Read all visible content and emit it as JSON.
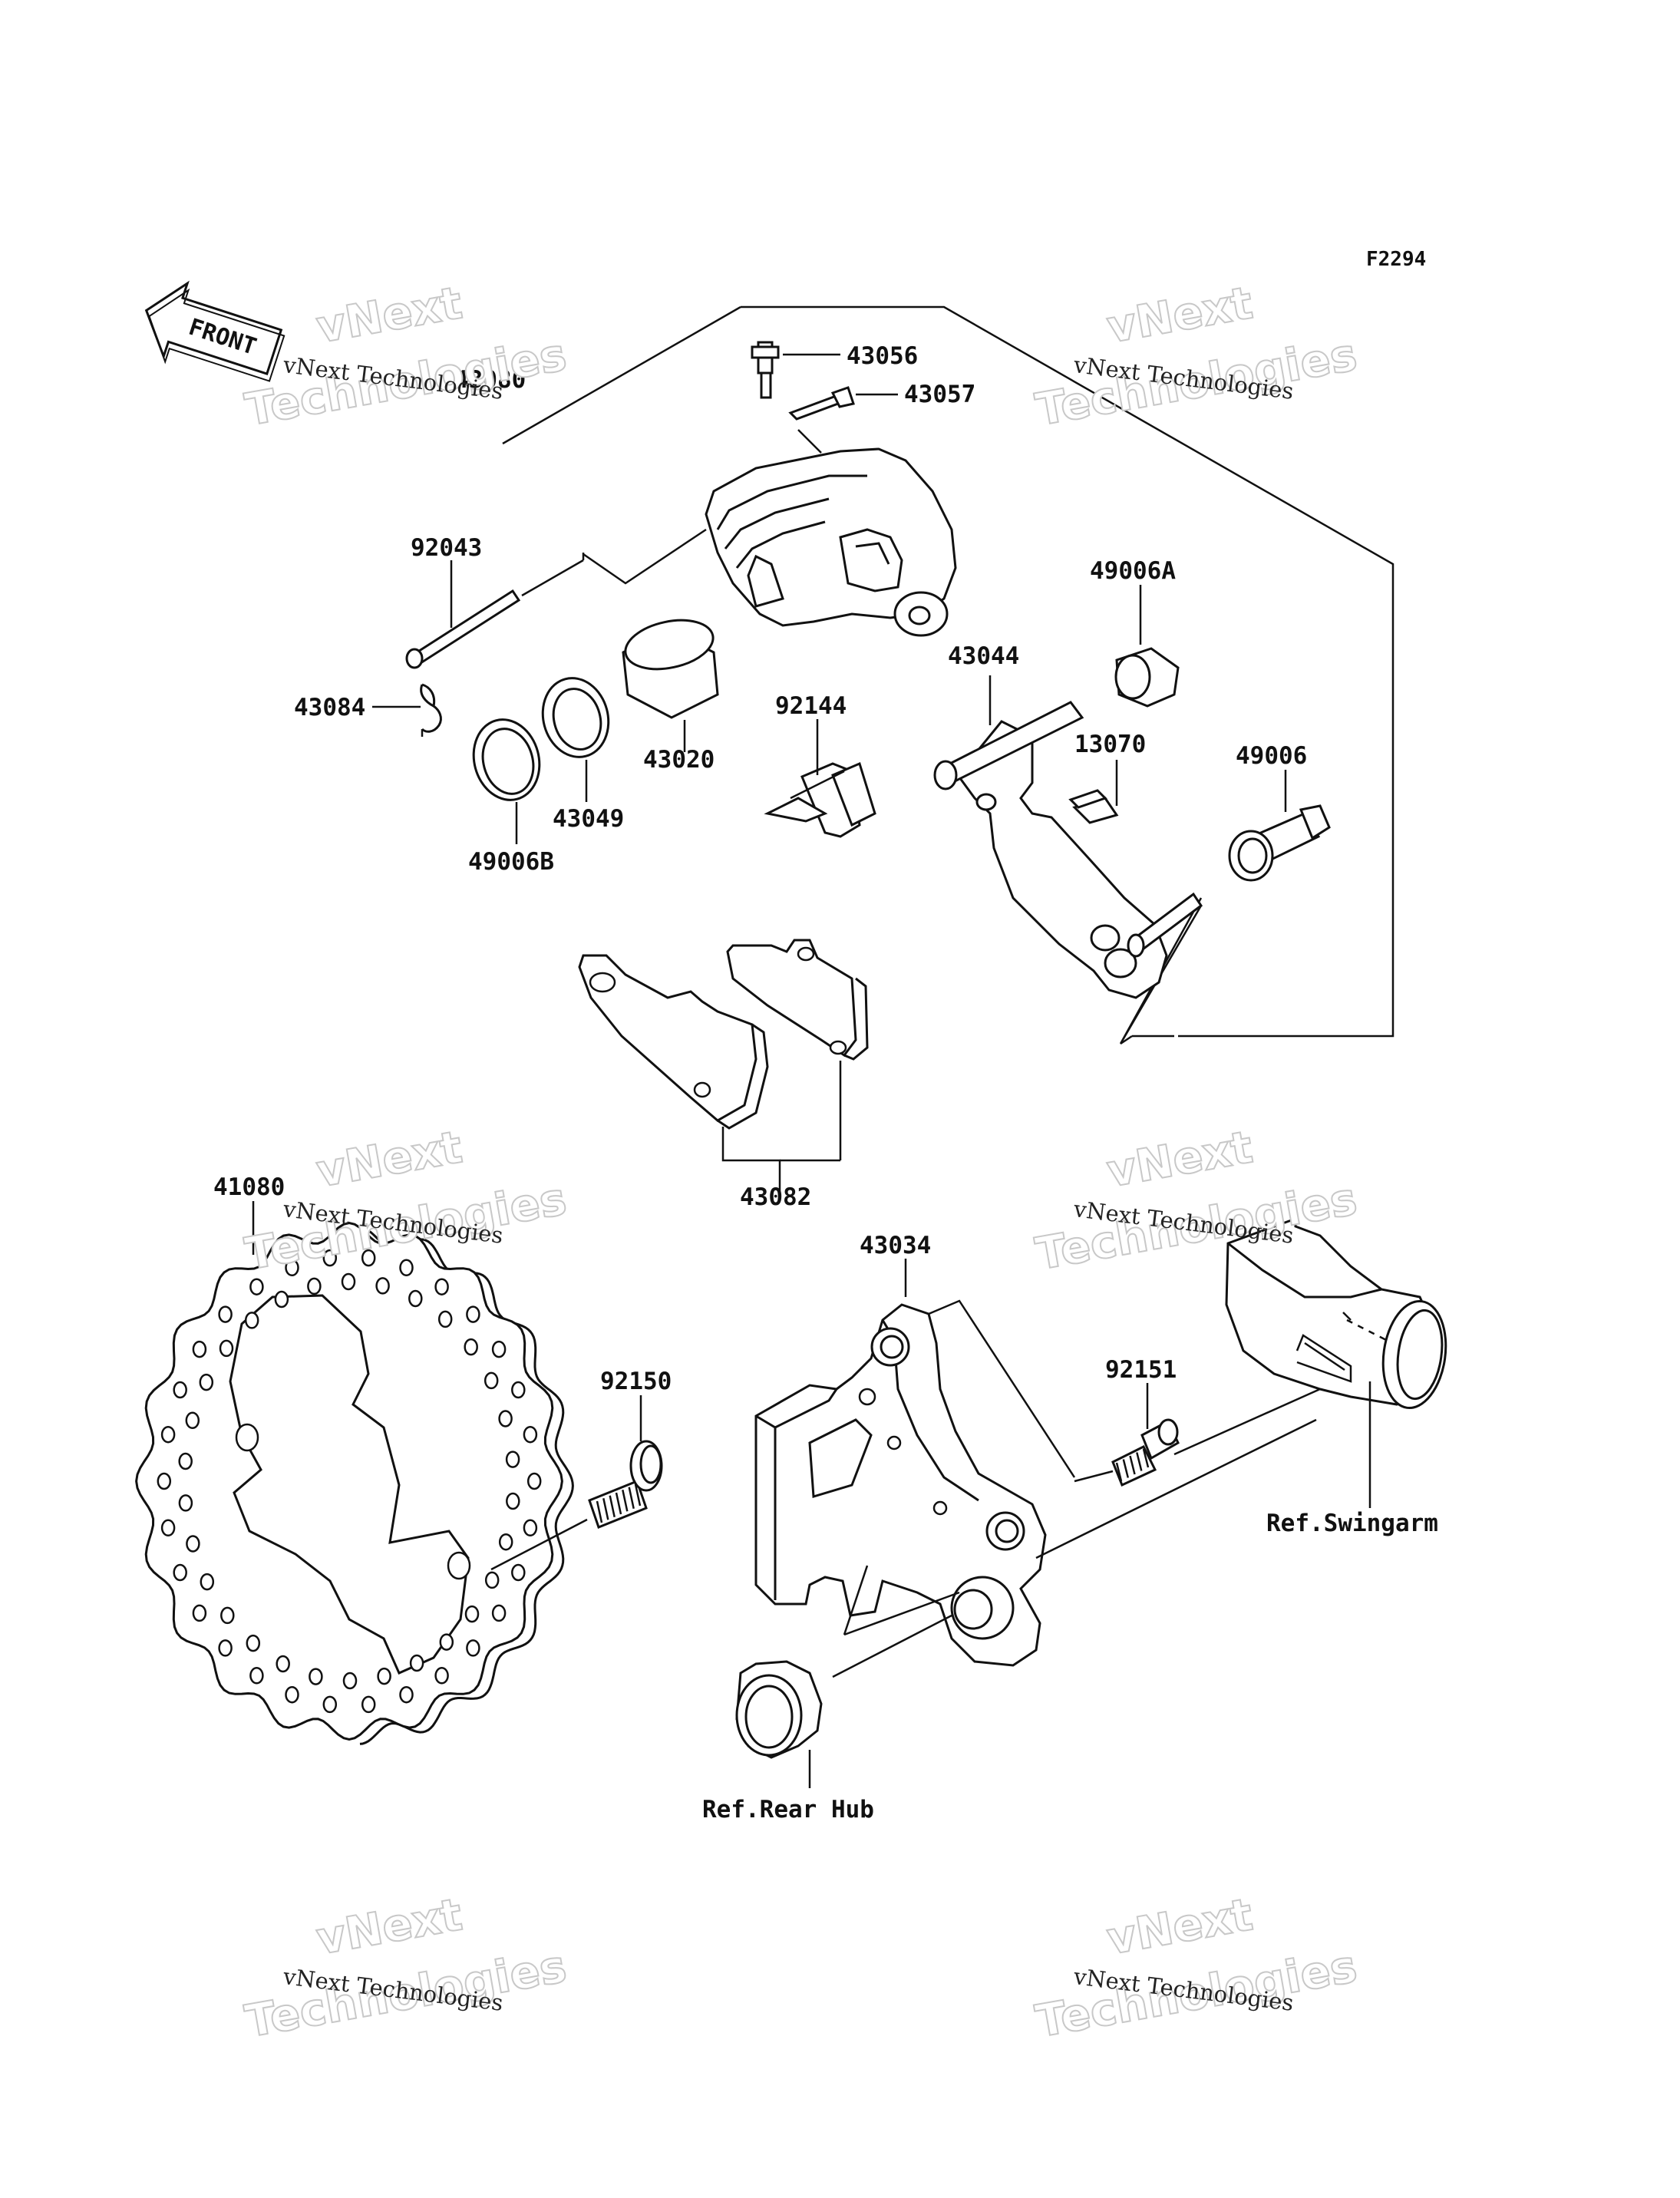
{
  "figure_code": "F2294",
  "front_arrow_text": "FRONT",
  "watermark": {
    "line": "vNext Technologies",
    "big_top": "vNext",
    "big_bottom": "Technologies"
  },
  "parts": {
    "p43080": "43080",
    "p43056": "43056",
    "p43057": "43057",
    "p92043": "92043",
    "p43084": "43084",
    "p43020": "43020",
    "p43049": "43049",
    "p49006B": "49006B",
    "p92144": "92144",
    "p43044": "43044",
    "p49006A": "49006A",
    "p13070": "13070",
    "p49006": "49006",
    "p43082": "43082",
    "p41080": "41080",
    "p92150": "92150",
    "p43034": "43034",
    "p92151": "92151"
  },
  "refs": {
    "swingarm": "Ref.Swingarm",
    "rear_hub": "Ref.Rear Hub"
  }
}
